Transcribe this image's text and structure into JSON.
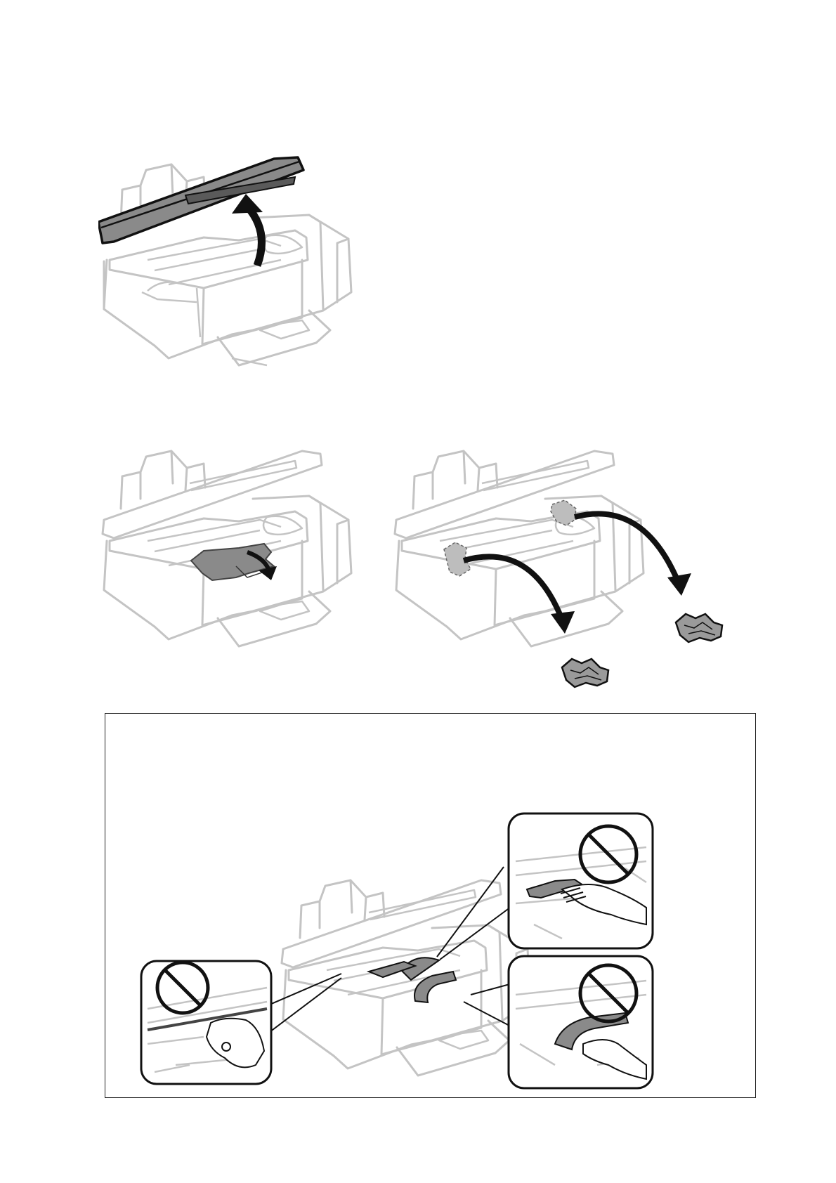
{
  "page": {
    "background": "#ffffff",
    "accent_dark": "#111111",
    "printer_line": "#c4c4c4",
    "paper_gray": "#8a8a8a"
  },
  "figures": [
    {
      "id": "open-scanner-unit",
      "icon": "printer-open-scanner-arrow-icon"
    },
    {
      "id": "remove-jammed-paper",
      "icon": "printer-pull-paper-icon"
    },
    {
      "id": "remove-torn-pieces",
      "icon": "printer-torn-pieces-icon"
    },
    {
      "id": "do-not-touch",
      "icon": "printer-do-not-touch-icon",
      "insets": [
        "prohibited-touch-cable-icon",
        "prohibited-touch-ink-tube-icon",
        "prohibited-touch-translucent-film-icon"
      ]
    }
  ]
}
